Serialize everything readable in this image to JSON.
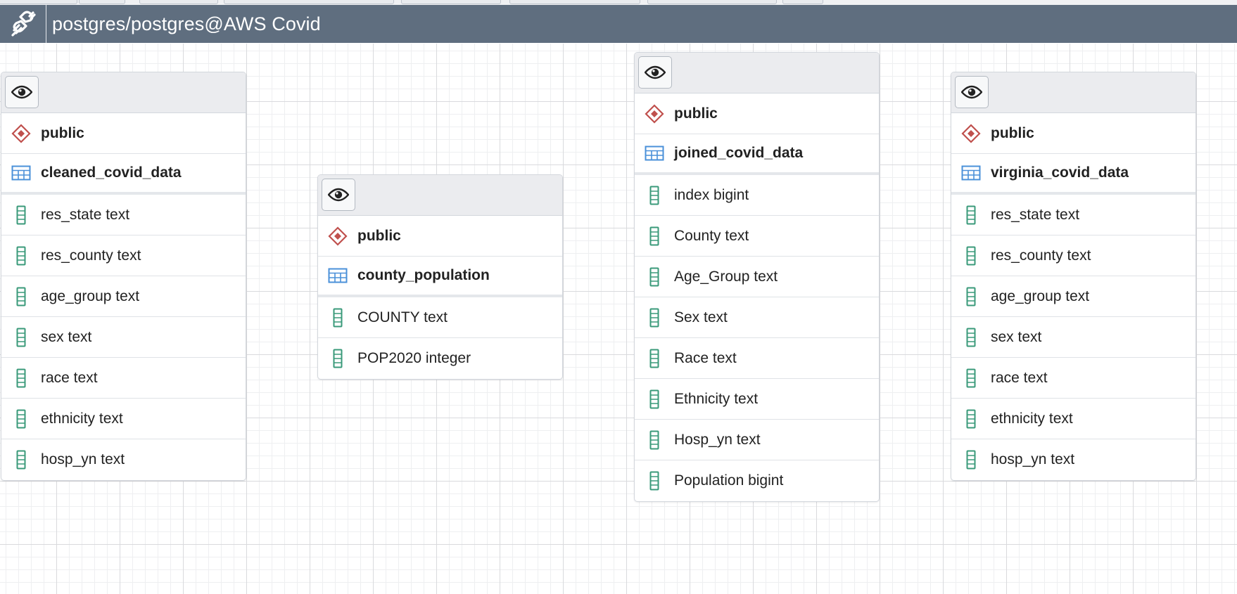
{
  "header": {
    "title": "postgres/postgres@AWS Covid",
    "icon": "plug-connection-icon"
  },
  "nodes": [
    {
      "schema": "public",
      "table": "cleaned_covid_data",
      "columns": [
        "res_state text",
        "res_county text",
        "age_group text",
        "sex text",
        "race text",
        "ethnicity text",
        "hosp_yn text"
      ]
    },
    {
      "schema": "public",
      "table": "county_population",
      "columns": [
        "COUNTY text",
        "POP2020 integer"
      ]
    },
    {
      "schema": "public",
      "table": "joined_covid_data",
      "columns": [
        "index bigint",
        "County text",
        "Age_Group text",
        "Sex text",
        "Race text",
        "Ethnicity text",
        "Hosp_yn text",
        "Population bigint"
      ]
    },
    {
      "schema": "public",
      "table": "virginia_covid_data",
      "columns": [
        "res_state text",
        "res_county text",
        "age_group text",
        "sex text",
        "race text",
        "ethnicity text",
        "hosp_yn text"
      ]
    }
  ],
  "colors": {
    "header_bg": "#5f6e7f",
    "schema_icon": "#c0504d",
    "table_icon": "#4a90d9",
    "column_icon": "#3a9a7a"
  }
}
